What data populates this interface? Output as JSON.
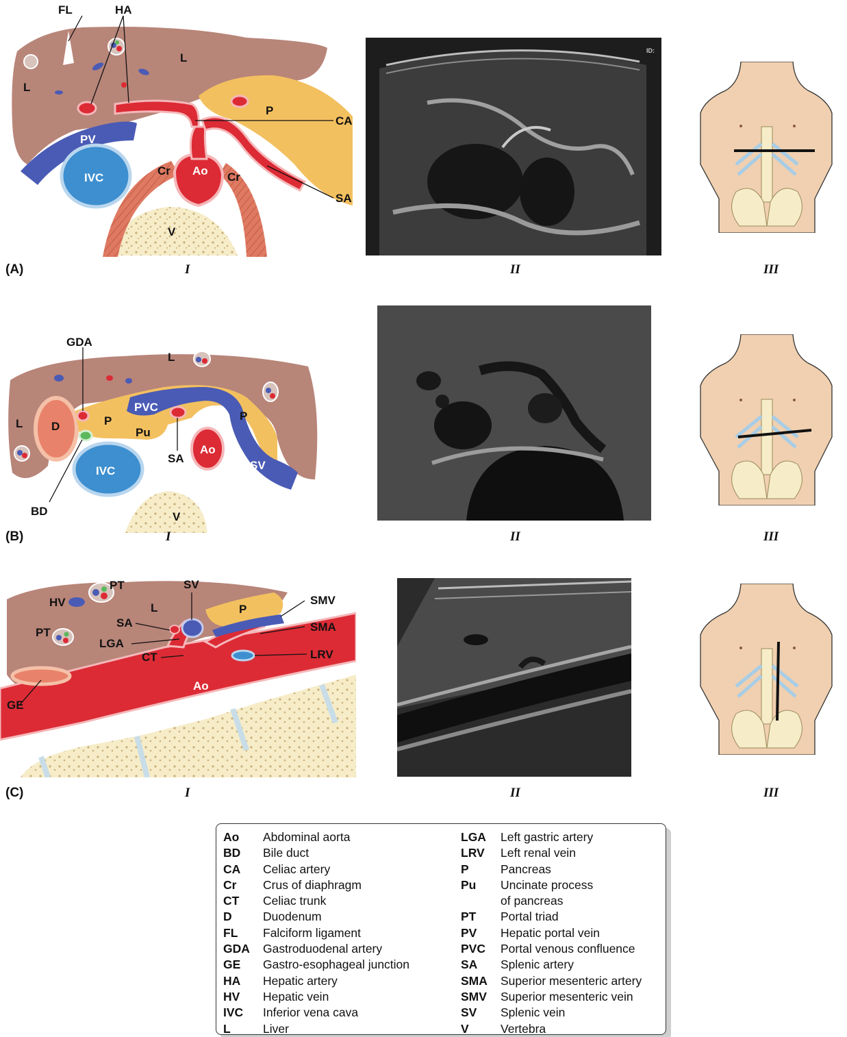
{
  "panels": [
    {
      "id": "A",
      "label": "(A)",
      "cols": [
        "I",
        "II",
        "III"
      ],
      "labels": {
        "FL": "FL",
        "HA": "HA",
        "L1": "L",
        "L2": "L",
        "CA": "CA",
        "P": "P",
        "PV": "PV",
        "IVC": "IVC",
        "Cr1": "Cr",
        "Ao": "Ao",
        "Cr2": "Cr",
        "SA": "SA",
        "V": "V"
      }
    },
    {
      "id": "B",
      "label": "(B)",
      "cols": [
        "I",
        "II",
        "III"
      ],
      "labels": {
        "GDA": "GDA",
        "L1": "L",
        "L2": "L",
        "D": "D",
        "P1": "P",
        "Pu": "Pu",
        "PVC": "PVC",
        "SA": "SA",
        "Ao": "Ao",
        "P2": "P",
        "SV": "SV",
        "IVC": "IVC",
        "BD": "BD",
        "V": "V"
      }
    },
    {
      "id": "C",
      "label": "(C)",
      "cols": [
        "I",
        "II",
        "III"
      ],
      "labels": {
        "PT1": "PT",
        "HV": "HV",
        "L": "L",
        "SV": "SV",
        "P": "P",
        "SMV": "SMV",
        "SA": "SA",
        "SMA": "SMA",
        "PT2": "PT",
        "LGA": "LGA",
        "CT": "CT",
        "LRV": "LRV",
        "Ao": "Ao",
        "GE": "GE"
      }
    }
  ],
  "colors": {
    "liver": "#b88579",
    "pancreas": "#f3c060",
    "artery": "#dc2b35",
    "vein_blue": "#4a5bb5",
    "ivc": "#3d8fcf",
    "skin": "#f0d0b0",
    "bone": "#f6ecc8"
  },
  "legend": {
    "left": [
      {
        "abbr": "Ao",
        "def": "Abdominal aorta"
      },
      {
        "abbr": "BD",
        "def": "Bile duct"
      },
      {
        "abbr": "CA",
        "def": "Celiac artery"
      },
      {
        "abbr": "Cr",
        "def": "Crus of diaphragm"
      },
      {
        "abbr": "CT",
        "def": "Celiac trunk"
      },
      {
        "abbr": "D",
        "def": "Duodenum"
      },
      {
        "abbr": "FL",
        "def": "Falciform ligament"
      },
      {
        "abbr": "GDA",
        "def": "Gastroduodenal artery"
      },
      {
        "abbr": "GE",
        "def": "Gastro-esophageal junction"
      },
      {
        "abbr": "HA",
        "def": "Hepatic artery"
      },
      {
        "abbr": "HV",
        "def": "Hepatic vein"
      },
      {
        "abbr": "IVC",
        "def": "Inferior vena cava"
      },
      {
        "abbr": "L",
        "def": "Liver"
      }
    ],
    "right": [
      {
        "abbr": "LGA",
        "def": "Left gastric artery"
      },
      {
        "abbr": "LRV",
        "def": "Left renal vein"
      },
      {
        "abbr": "P",
        "def": "Pancreas"
      },
      {
        "abbr": "Pu",
        "def": "Uncinate process"
      },
      {
        "abbr": "",
        "def": "of pancreas"
      },
      {
        "abbr": "PT",
        "def": "Portal triad"
      },
      {
        "abbr": "PV",
        "def": "Hepatic portal vein"
      },
      {
        "abbr": "PVC",
        "def": "Portal venous confluence"
      },
      {
        "abbr": "SA",
        "def": "Splenic artery"
      },
      {
        "abbr": "SMA",
        "def": "Superior mesenteric artery"
      },
      {
        "abbr": "SMV",
        "def": "Superior mesenteric vein"
      },
      {
        "abbr": "SV",
        "def": "Splenic vein"
      },
      {
        "abbr": "V",
        "def": "Vertebra"
      }
    ]
  }
}
